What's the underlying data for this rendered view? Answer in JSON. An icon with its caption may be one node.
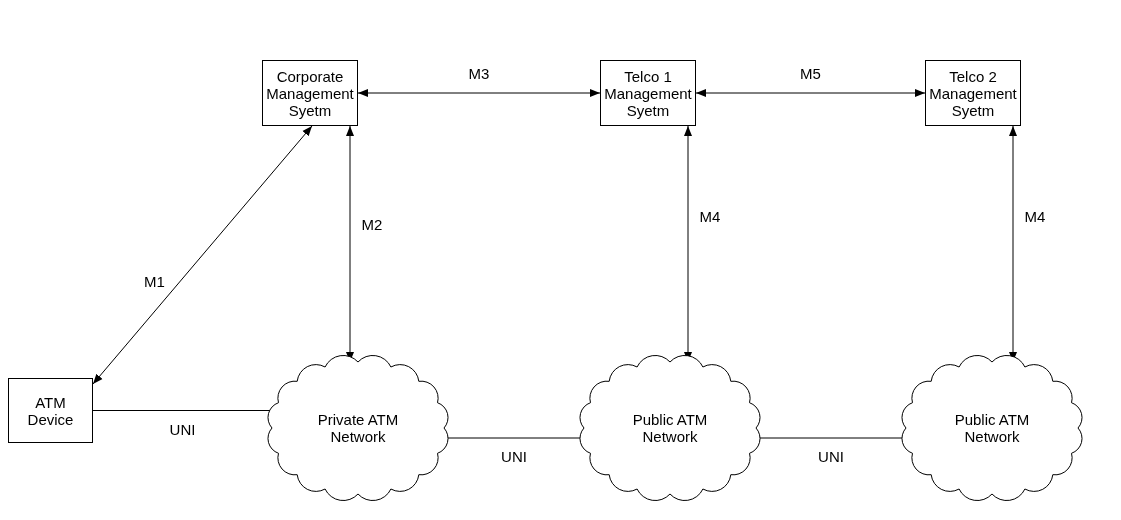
{
  "diagram": {
    "nodes": [
      {
        "text": [
          "Corporate Management Syetm"
        ]
      },
      {
        "text": [
          "Telco 1 Management Syetm"
        ]
      },
      {
        "text": [
          "Telco 2 Management Syetm"
        ]
      },
      {
        "text": [
          "ATM Device"
        ]
      },
      {
        "text": [
          "Private ATM Network"
        ]
      },
      {
        "text": [
          "Public ATM Network"
        ]
      },
      {
        "text": [
          "Public ATM Network"
        ]
      }
    ],
    "edges": [
      {
        "from": 0,
        "to": 3,
        "arrow": "both",
        "label": "M1"
      },
      {
        "from": 0,
        "to": 4,
        "arrow": "both",
        "label": "M2"
      },
      {
        "from": 0,
        "to": 1,
        "arrow": "both",
        "label": "M3"
      },
      {
        "from": 1,
        "to": 5,
        "arrow": "both",
        "label": "M4"
      },
      {
        "from": 1,
        "to": 2,
        "arrow": "both",
        "label": "M5"
      },
      {
        "from": 2,
        "to": 6,
        "arrow": "both",
        "label": "M4"
      },
      {
        "from": 3,
        "to": 4,
        "arrow": "none",
        "label": "UNI"
      },
      {
        "from": 4,
        "to": 5,
        "arrow": "none",
        "label": "UNI"
      },
      {
        "from": 5,
        "to": 6,
        "arrow": "none",
        "label": "UNI"
      }
    ]
  }
}
